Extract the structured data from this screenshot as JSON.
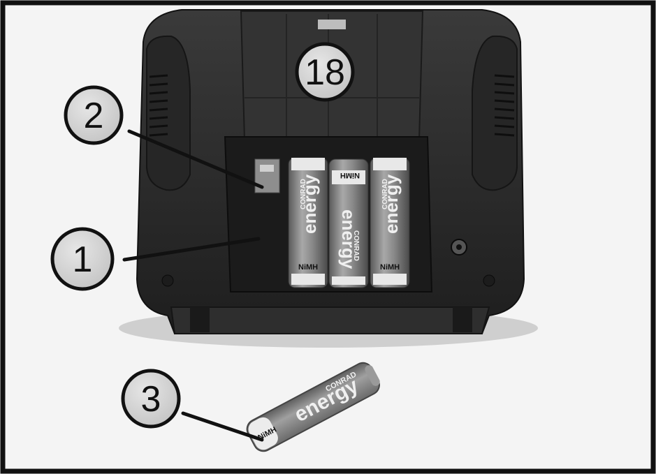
{
  "callouts": {
    "battery_lid": "18",
    "battery_contact": "2",
    "battery_compartment": "1",
    "loose_battery": "3"
  },
  "battery_labels": {
    "brand": "CONRAD",
    "line": "energy",
    "chemistry": "NiMH"
  },
  "colors": {
    "frame": "#111111",
    "device_body": "#2a2a2a",
    "battery_fill": "#8a8a8a",
    "callout_fill": "#d6d6d6"
  }
}
